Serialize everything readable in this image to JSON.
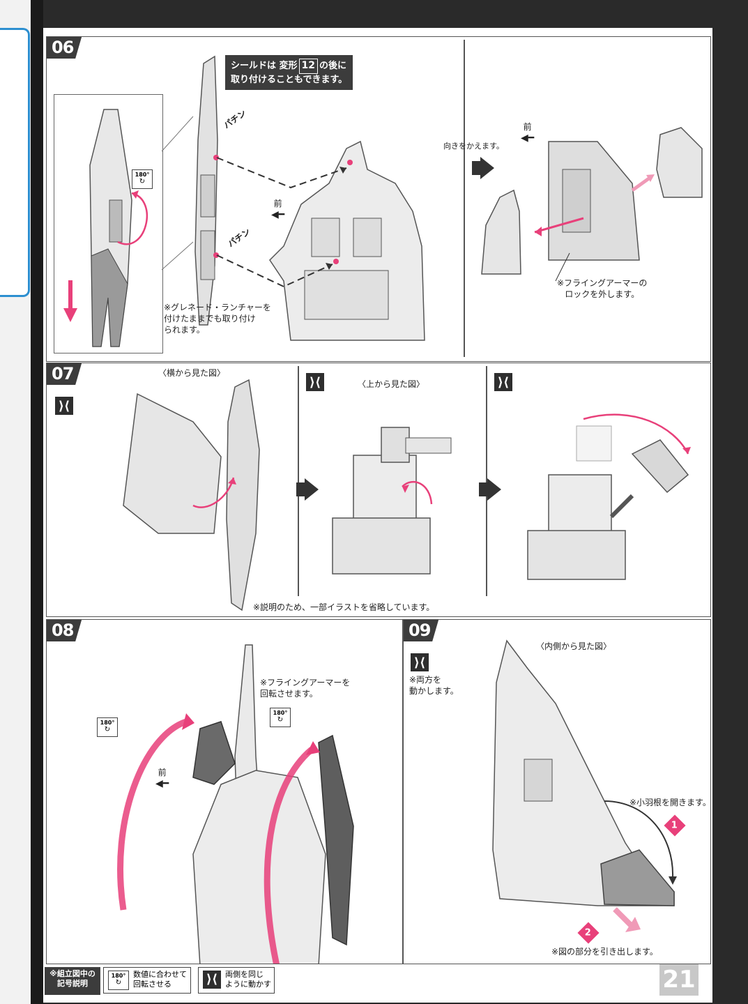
{
  "page_number": "21",
  "colors": {
    "accent": "#e8407a",
    "dark": "#3c3c3c"
  },
  "steps": {
    "s06": {
      "number": "06",
      "note_pre": "シールドは 変形",
      "note_ref": "12",
      "note_post": "の後に",
      "note_line2": "取り付けることもできます。",
      "rotate_label": "180°",
      "click1": "パチン",
      "click2": "パチン",
      "front_label": "前",
      "front_label2": "前",
      "turn_label": "向きをかえます。",
      "grenade_note_line1": "※グレネード・ランチャーを",
      "grenade_note_line2": "付けたままでも取り付け",
      "grenade_note_line3": "られます。",
      "lock_note_line1": "※フライングアーマーの",
      "lock_note_line2": "ロックを外します。"
    },
    "s07": {
      "number": "07",
      "side_view": "〈横から見た図〉",
      "top_view": "〈上から見た図〉",
      "omit_note": "※説明のため、一部イラストを省略しています。"
    },
    "s08": {
      "number": "08",
      "rotate_note_line1": "※フライングアーマーを",
      "rotate_note_line2": "回転させます。",
      "front_label": "前",
      "rotate_label1": "180°",
      "rotate_label2": "180°"
    },
    "s09": {
      "number": "09",
      "inner_view": "〈内側から見た図〉",
      "both_note_line1": "※両方を",
      "both_note_line2": "動かします。",
      "open_note": "※小羽根を開きます。",
      "pull_note": "※図の部分を引き出します。",
      "badge1": "1",
      "badge2": "2"
    }
  },
  "legend": {
    "title_line1": "※組立図中の",
    "title_line2": "記号説明",
    "rotate_symbol": "180°",
    "rotate_desc_line1": "数値に合わせて",
    "rotate_desc_line2": "回転させる",
    "sync_desc_line1": "両側を同じ",
    "sync_desc_line2": "ように動かす"
  },
  "icons": [
    "sync-move-icon",
    "rotate-180-icon",
    "next-step-arrow-icon",
    "front-direction-arrow-icon"
  ]
}
